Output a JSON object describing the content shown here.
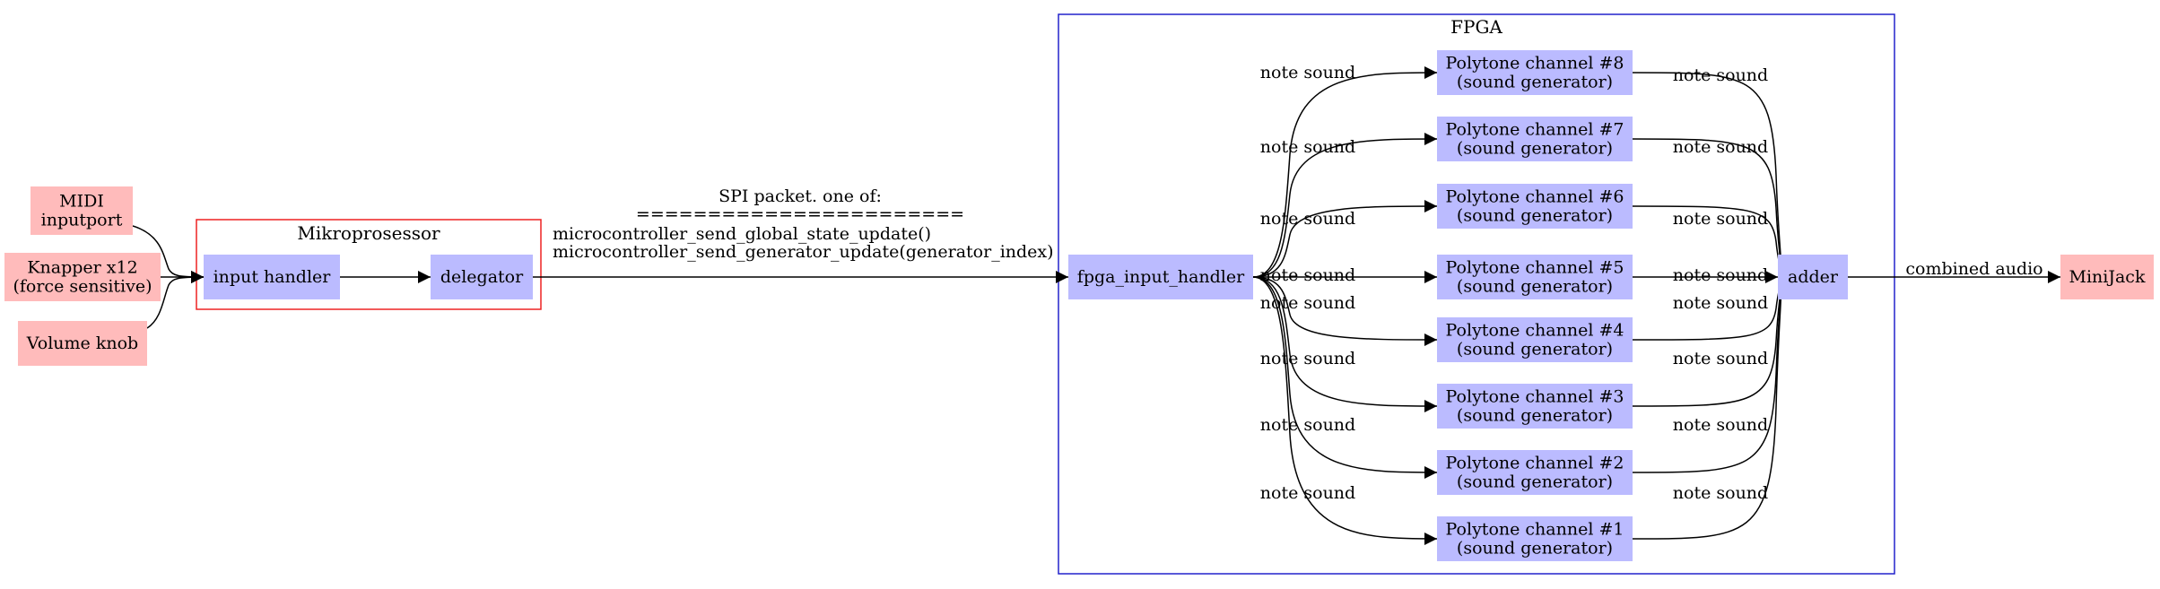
{
  "colors": {
    "input_node": "#ffbbbb",
    "process_node": "#bbbbff",
    "cluster_micro": "#ee2222",
    "cluster_fpga": "#2222cc",
    "edge": "#000000"
  },
  "clusters": {
    "micro": "Mikroprosessor",
    "fpga": "FPGA"
  },
  "nodes": {
    "midi": [
      "MIDI",
      "inputport"
    ],
    "knapper": [
      "Knapper x12",
      "(force sensitive)"
    ],
    "volume": [
      "Volume knob"
    ],
    "input_handler": [
      "input handler"
    ],
    "delegator": [
      "delegator"
    ],
    "fpga_input_handler": [
      "fpga_input_handler"
    ],
    "ch8": [
      "Polytone channel #8",
      "(sound generator)"
    ],
    "ch7": [
      "Polytone channel #7",
      "(sound generator)"
    ],
    "ch6": [
      "Polytone channel #6",
      "(sound generator)"
    ],
    "ch5": [
      "Polytone channel #5",
      "(sound generator)"
    ],
    "ch4": [
      "Polytone channel #4",
      "(sound generator)"
    ],
    "ch3": [
      "Polytone channel #3",
      "(sound generator)"
    ],
    "ch2": [
      "Polytone channel #2",
      "(sound generator)"
    ],
    "ch1": [
      "Polytone channel #1",
      "(sound generator)"
    ],
    "adder": [
      "adder"
    ],
    "minijack": [
      "MiniJack"
    ]
  },
  "edges": {
    "spi": [
      "SPI packet. one of:",
      "=======================",
      "microcontroller_send_global_state_update()",
      "microcontroller_send_generator_update(generator_index)"
    ],
    "note_sound": "note sound",
    "combined_audio": "combined audio"
  }
}
